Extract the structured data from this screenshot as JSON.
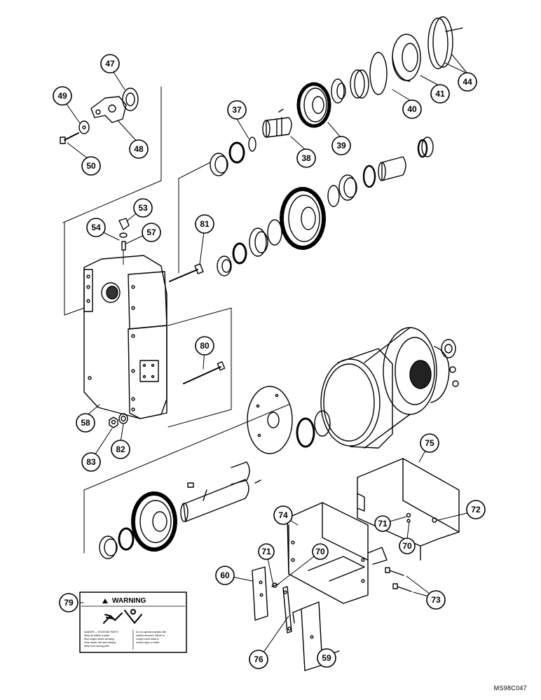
{
  "drawing_id": "MS98C047",
  "callouts": [
    {
      "id": "c44",
      "label": "44"
    },
    {
      "id": "c41",
      "label": "41"
    },
    {
      "id": "c40",
      "label": "40"
    },
    {
      "id": "c39",
      "label": "39"
    },
    {
      "id": "c38",
      "label": "38"
    },
    {
      "id": "c37",
      "label": "37"
    },
    {
      "id": "c47",
      "label": "47"
    },
    {
      "id": "c48",
      "label": "48"
    },
    {
      "id": "c49",
      "label": "49"
    },
    {
      "id": "c50",
      "label": "50"
    },
    {
      "id": "c53",
      "label": "53"
    },
    {
      "id": "c54",
      "label": "54"
    },
    {
      "id": "c57",
      "label": "57"
    },
    {
      "id": "c81",
      "label": "81"
    },
    {
      "id": "c80",
      "label": "80"
    },
    {
      "id": "c58",
      "label": "58"
    },
    {
      "id": "c82",
      "label": "82"
    },
    {
      "id": "c83",
      "label": "83"
    },
    {
      "id": "c75",
      "label": "75"
    },
    {
      "id": "c72",
      "label": "72"
    },
    {
      "id": "c71a",
      "label": "71"
    },
    {
      "id": "c70a",
      "label": "70"
    },
    {
      "id": "c74",
      "label": "74"
    },
    {
      "id": "c71b",
      "label": "71"
    },
    {
      "id": "c70b",
      "label": "70"
    },
    {
      "id": "c60",
      "label": "60"
    },
    {
      "id": "c73",
      "label": "73"
    },
    {
      "id": "c79",
      "label": "79"
    },
    {
      "id": "c76",
      "label": "76"
    },
    {
      "id": "c59",
      "label": "59"
    }
  ],
  "warning_decal": {
    "title": "WARNING",
    "left_text_lines": [
      "DANGER — ROTATING PARTS",
      "Keep all shields in place",
      "Stop engine before servicing",
      "Keep hands, feet and clothing",
      "away from moving parts"
    ],
    "right_text_lines": [
      "Do not operate machine with",
      "shields removed. Failure to",
      "comply could result in",
      "serious injury or death."
    ]
  }
}
